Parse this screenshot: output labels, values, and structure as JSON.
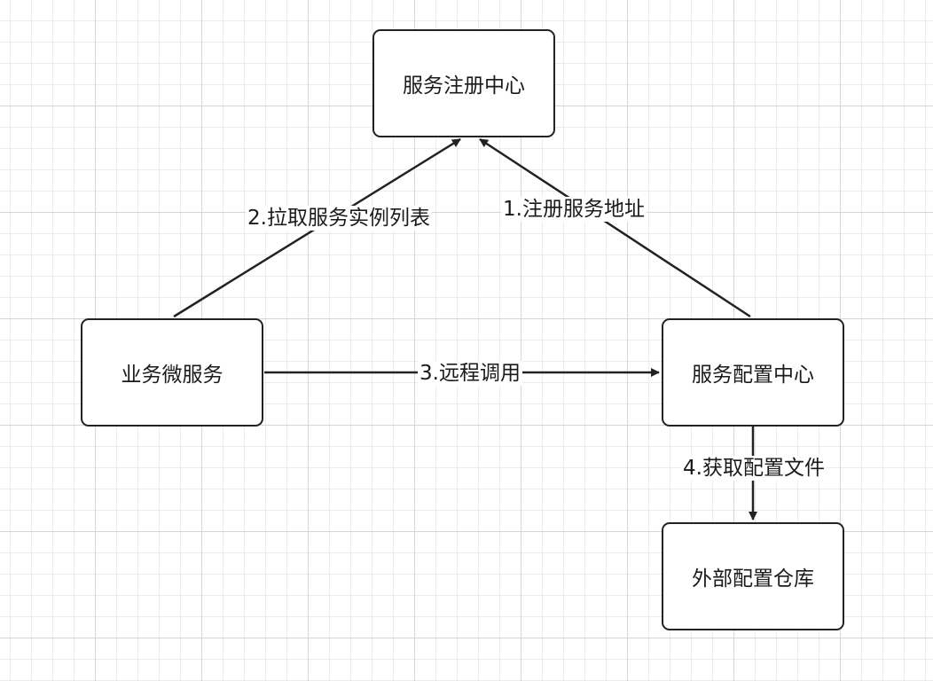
{
  "nodes": {
    "registry": "服务注册中心",
    "business": "业务微服务",
    "config_center": "服务配置中心",
    "external_repo": "外部配置仓库"
  },
  "edges": {
    "register": "1.注册服务地址",
    "pull_list": "2.拉取服务实例列表",
    "remote_call": "3.远程调用",
    "fetch_config": "4.获取配置文件"
  },
  "colors": {
    "stroke": "#222222",
    "grid_major": "#d6d6d6",
    "grid_minor": "#ececec"
  }
}
